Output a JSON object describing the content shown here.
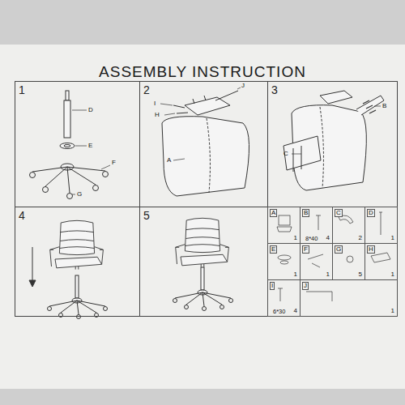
{
  "diagram": {
    "title": "ASSEMBLY INSTRUCTION",
    "nodes": [
      {
        "text": [
          "1"
        ]
      },
      {
        "text": [
          "2"
        ]
      },
      {
        "text": [
          "3"
        ]
      },
      {
        "text": [
          "4"
        ]
      },
      {
        "text": [
          "5"
        ]
      },
      {
        "text": [
          "A",
          "1"
        ]
      },
      {
        "text": [
          "B",
          "8*40",
          "4"
        ]
      },
      {
        "text": [
          "C",
          "2"
        ]
      },
      {
        "text": [
          "D",
          "1"
        ]
      },
      {
        "text": [
          "E",
          "1"
        ]
      },
      {
        "text": [
          "F",
          "1"
        ]
      },
      {
        "text": [
          "G",
          "5"
        ]
      },
      {
        "text": [
          "H",
          "1"
        ]
      },
      {
        "text": [
          "I",
          "6*30",
          "4"
        ]
      },
      {
        "text": [
          "J",
          "1"
        ]
      }
    ],
    "labels": [
      "D",
      "E",
      "F",
      "G",
      "I",
      "J",
      "H",
      "A",
      "B",
      "C"
    ]
  }
}
